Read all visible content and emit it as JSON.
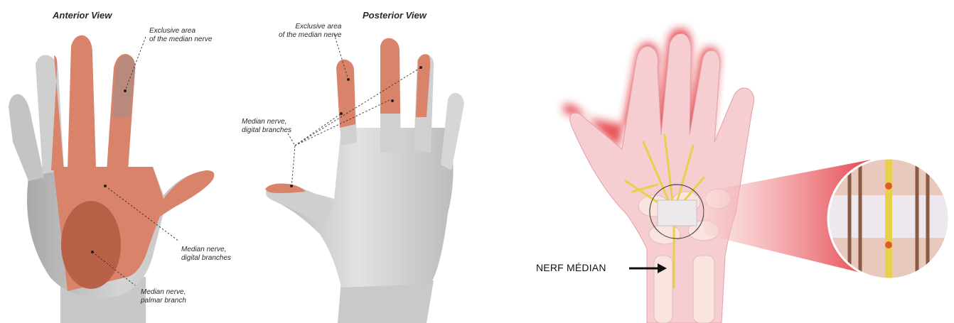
{
  "anterior": {
    "title": "Anterior View",
    "callouts": [
      {
        "id": "exclusive",
        "lines": [
          "Exclusive area",
          "of the median nerve"
        ]
      },
      {
        "id": "digital",
        "lines": [
          "Median nerve,",
          "digital branches"
        ]
      },
      {
        "id": "palmar",
        "lines": [
          "Median nerve,",
          "palmar branch"
        ]
      }
    ]
  },
  "posterior": {
    "title": "Posterior View",
    "callouts": [
      {
        "id": "exclusive",
        "lines": [
          "Exclusive area",
          "of the median nerve"
        ]
      },
      {
        "id": "digital",
        "lines": [
          "Median nerve,",
          "digital branches"
        ]
      }
    ]
  },
  "wrist": {
    "nerve_label": "NERF MÉDIAN"
  },
  "colors": {
    "skin_gray": "#c9c9c9",
    "skin_gray_dark": "#9a9a9a",
    "median_area": "#d9836a",
    "median_area_dark": "#c0654c",
    "exclusive_area": "#b98a7c",
    "wrist_glow": "#e0202a",
    "wrist_skin": "#f6cdd0",
    "nerve_yellow": "#e8d04a",
    "tunnel_band": "#ece8ec",
    "callout_line": "#333333"
  }
}
